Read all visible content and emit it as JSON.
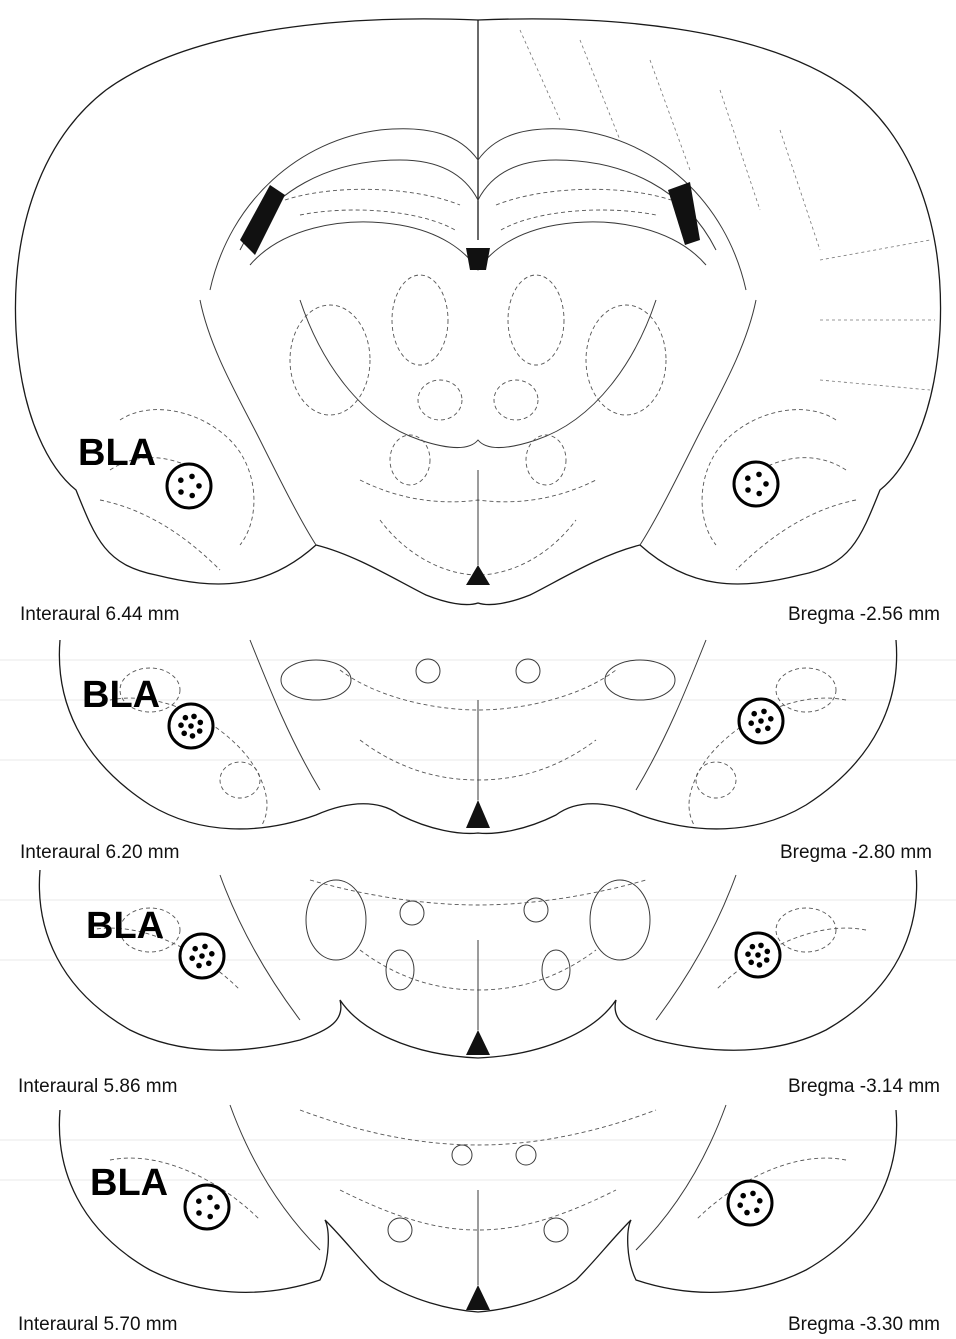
{
  "sections": [
    {
      "region": "BLA",
      "interaural": "Interaural 6.44 mm",
      "bregma": "Bregma -2.56 mm",
      "left_site_dots": 5,
      "right_site_dots": 5
    },
    {
      "region": "BLA",
      "interaural": "Interaural 6.20 mm",
      "bregma": "Bregma -2.80 mm",
      "left_site_dots": 8,
      "right_site_dots": 7
    },
    {
      "region": "BLA",
      "interaural": "Interaural 5.86 mm",
      "bregma": "Bregma -3.14 mm",
      "left_site_dots": 7,
      "right_site_dots": 8
    },
    {
      "region": "BLA",
      "interaural": "Interaural 5.70 mm",
      "bregma": "Bregma -3.30 mm",
      "left_site_dots": 5,
      "right_site_dots": 6
    }
  ],
  "colors": {
    "line": "#1a1a1a",
    "site_marker": "#000000",
    "background": "#ffffff"
  }
}
